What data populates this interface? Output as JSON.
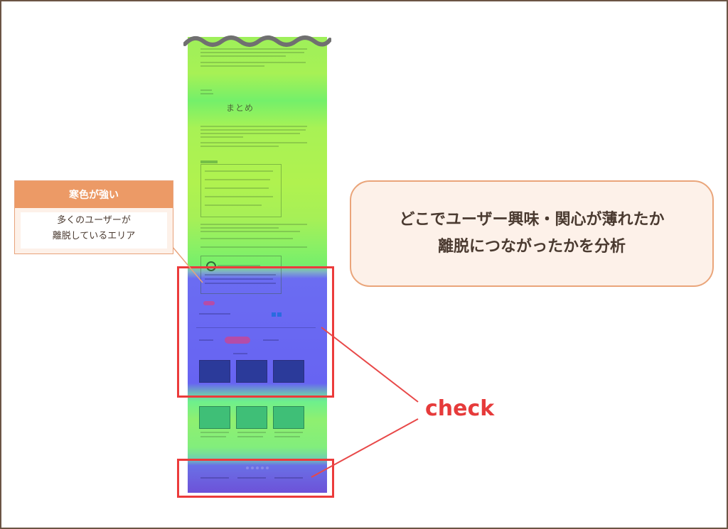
{
  "callout_left": {
    "title": "寒色が強い",
    "line1": "多くのユーザーが",
    "line2": "離脱しているエリア"
  },
  "callout_right": {
    "line1": "どこでユーザー興味・関心が薄れたか",
    "line2": "離脱につながったかを分析"
  },
  "check_label": "check",
  "page_heading": "まとめ",
  "colors": {
    "frame_border": "#6b5444",
    "callout_header": "#ec9a66",
    "callout_bg": "#fdf1e9",
    "red_highlight": "#ec3b3b",
    "check_text": "#e63b3b",
    "heat_warm": "#9ef05a",
    "heat_cold": "#6764f2"
  },
  "icons": [
    "wavy-top-edge-icon",
    "callout-pointer-line"
  ]
}
